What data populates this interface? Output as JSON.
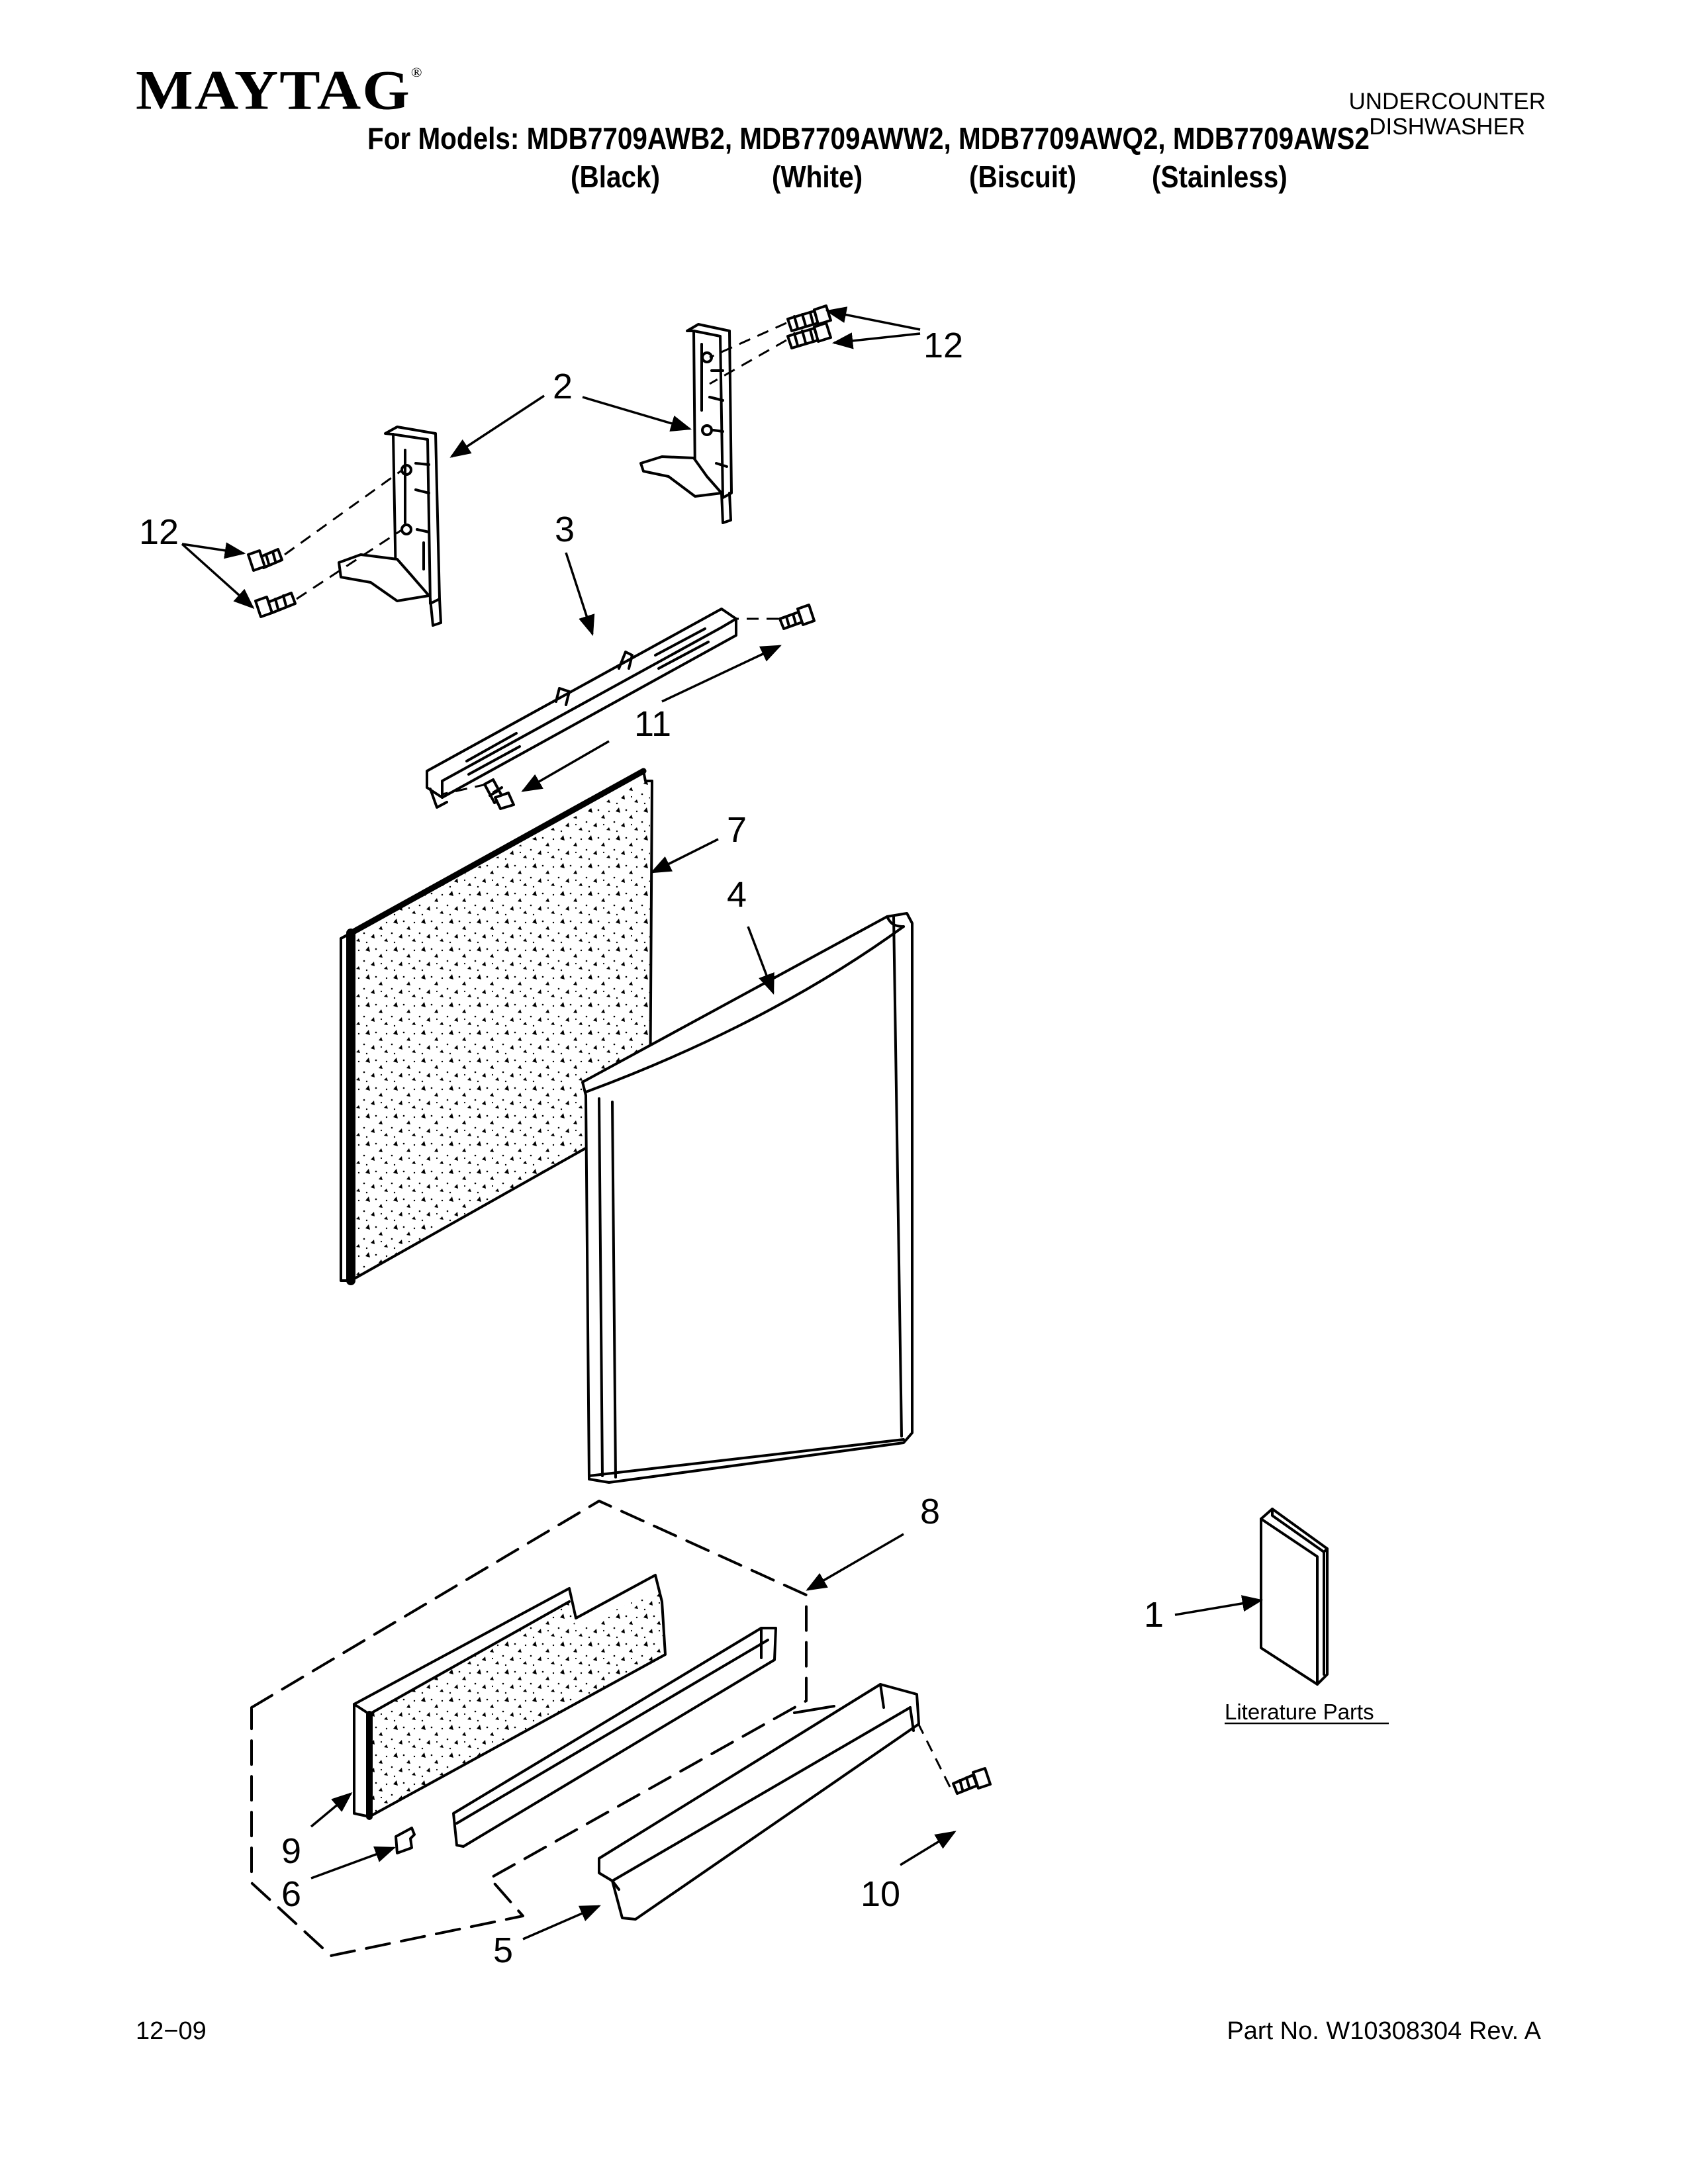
{
  "header": {
    "brand": "MAYTAG",
    "registered_mark": "®",
    "models_line": "For Models: MDB7709AWB2, MDB7709AWW2, MDB7709AWQ2, MDB7709AWS2",
    "colors": [
      "(Black)",
      "(White)",
      "(Biscuit)",
      "(Stainless)"
    ],
    "product_line1": "UNDERCOUNTER",
    "product_line2": "DISHWASHER"
  },
  "diagram": {
    "callouts": {
      "c12a": "12",
      "c2": "2",
      "c12b": "12",
      "c3": "3",
      "c11": "11",
      "c7": "7",
      "c4": "4",
      "c8": "8",
      "c1": "1",
      "c9": "9",
      "c6": "6",
      "c10": "10",
      "c5": "5"
    },
    "literature_label": "Literature Parts"
  },
  "footer": {
    "date": "12−09",
    "part_number": "Part No. W10308304 Rev. A"
  }
}
